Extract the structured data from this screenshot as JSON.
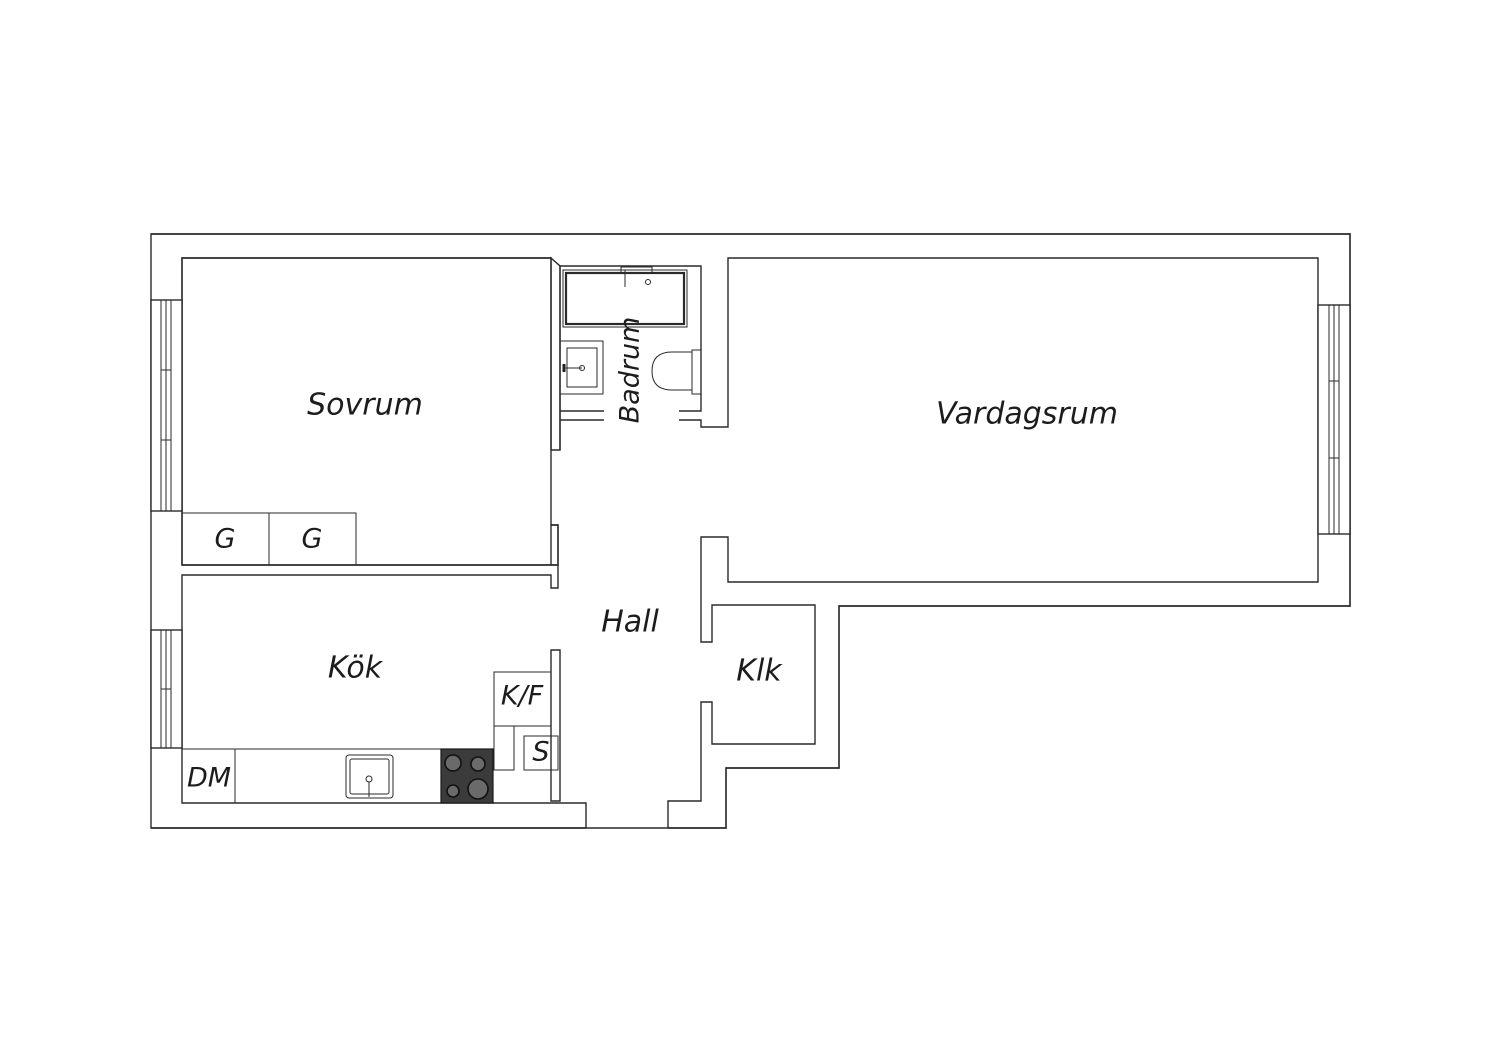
{
  "rooms": {
    "sovrum": "Sovrum",
    "badrum": "Badrum",
    "vardagsrum": "Vardagsrum",
    "kok": "Kök",
    "hall": "Hall",
    "klk": "Klk"
  },
  "fixtures": {
    "wardrobe_1": "G",
    "wardrobe_2": "G",
    "fridge_freezer": "K/F",
    "cabinet": "S",
    "dishwasher": "DM"
  },
  "icons": {
    "bathtub": "bathtub-icon",
    "washbasin": "washbasin-icon",
    "toilet": "toilet-icon",
    "sink": "sink-icon",
    "stove": "stove-icon",
    "window": "window-icon"
  }
}
